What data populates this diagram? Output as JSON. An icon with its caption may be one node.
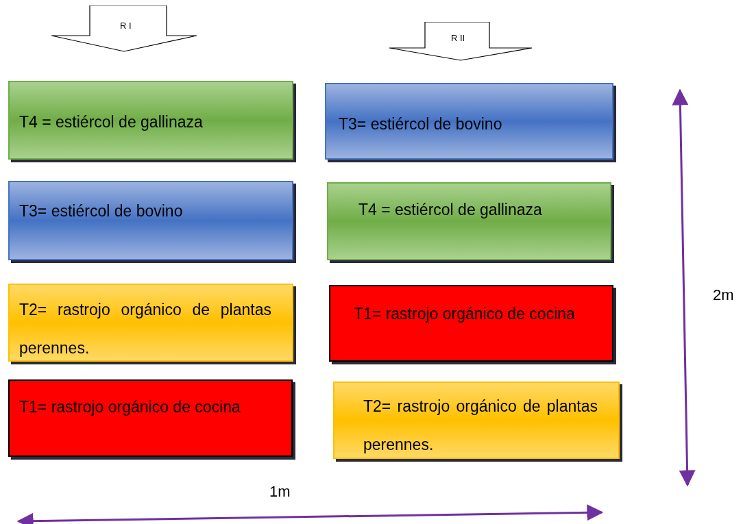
{
  "diagram": {
    "nodes": [
      {
        "text": [
          "R I"
        ]
      },
      {
        "text": [
          "R II"
        ]
      },
      {
        "text": [
          "T4 = estiércol de gallinaza"
        ]
      },
      {
        "text": [
          "T3= estiércol de bovino"
        ]
      },
      {
        "text": [
          "T3= estiércol de bovino"
        ]
      },
      {
        "text": [
          "T4 = estiércol de gallinaza"
        ]
      },
      {
        "text": [
          "T2= rastrojo orgánico de plantas perennes."
        ]
      },
      {
        "text": [
          "T1= rastrojo orgánico de cocina"
        ]
      },
      {
        "text": [
          "T1= rastrojo orgánico de cocina"
        ]
      },
      {
        "text": [
          "T2= rastrojo orgánico de plantas perennes."
        ]
      }
    ],
    "labels": [
      "2m",
      "1m"
    ]
  }
}
